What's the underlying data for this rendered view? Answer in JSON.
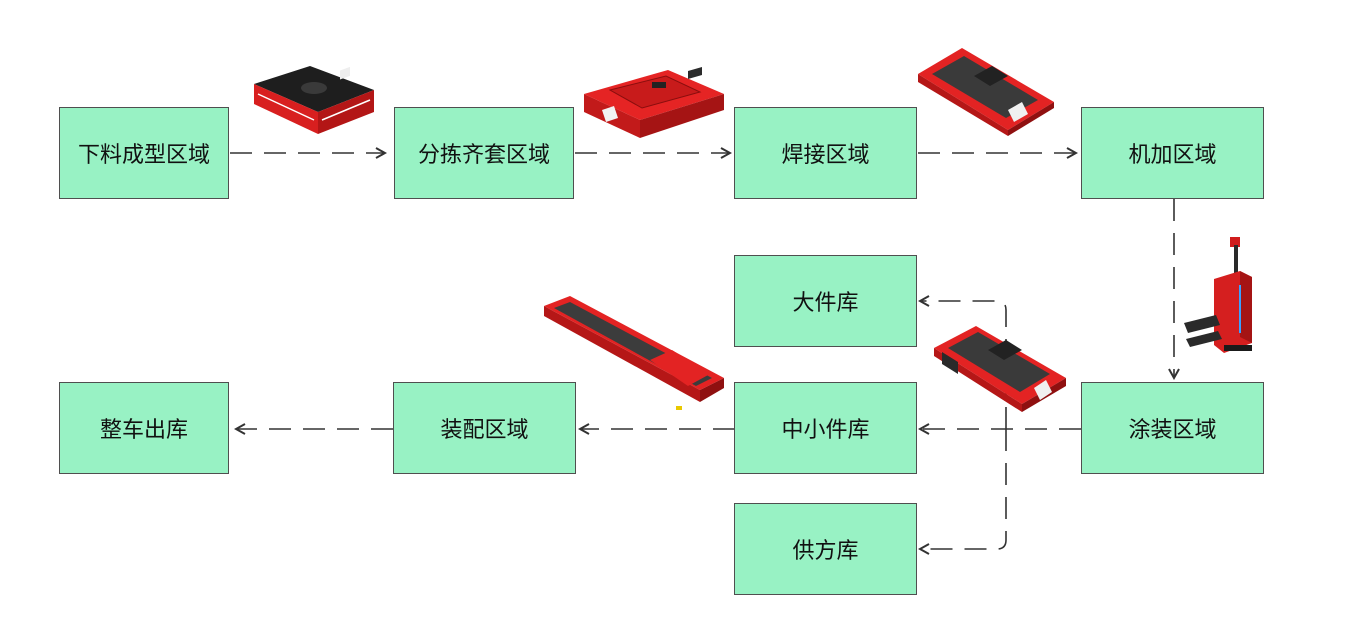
{
  "diagram": {
    "title": "",
    "nodes": {
      "blanking": "下料成型区域",
      "sorting": "分拣齐套区域",
      "welding": "焊接区域",
      "machining": "机加区域",
      "painting": "涂装区域",
      "large_parts": "大件库",
      "small_parts": "中小件库",
      "supply": "供方库",
      "assembly": "装配区域",
      "vehicle_out": "整车出库"
    },
    "edges": [
      {
        "from": "blanking",
        "to": "sorting",
        "style": "dashed"
      },
      {
        "from": "sorting",
        "to": "welding",
        "style": "dashed"
      },
      {
        "from": "welding",
        "to": "machining",
        "style": "dashed"
      },
      {
        "from": "machining",
        "to": "painting",
        "style": "dashed"
      },
      {
        "from": "painting",
        "to": "large_parts",
        "style": "dashed"
      },
      {
        "from": "painting",
        "to": "small_parts",
        "style": "dashed"
      },
      {
        "from": "painting",
        "to": "supply",
        "style": "dashed"
      },
      {
        "from": "small_parts",
        "to": "assembly",
        "style": "dashed"
      },
      {
        "from": "assembly",
        "to": "vehicle_out",
        "style": "dashed"
      }
    ],
    "colors": {
      "node_fill": "#98f2c4",
      "node_border": "#4f4f4f",
      "edge": "#333333",
      "agv_red": "#e02222",
      "agv_dark": "#2a2a2a"
    },
    "vehicles": [
      {
        "id": "agv-lifting-square",
        "icon": "lifting-agv-icon"
      },
      {
        "id": "agv-flat-red-top",
        "icon": "flat-agv-icon"
      },
      {
        "id": "agv-low-flat-1",
        "icon": "low-flat-agv-icon"
      },
      {
        "id": "agv-forklift",
        "icon": "forklift-agv-icon"
      },
      {
        "id": "agv-low-flat-2",
        "icon": "low-flat-agv-icon"
      },
      {
        "id": "agv-long-platform",
        "icon": "long-platform-agv-icon"
      }
    ]
  }
}
